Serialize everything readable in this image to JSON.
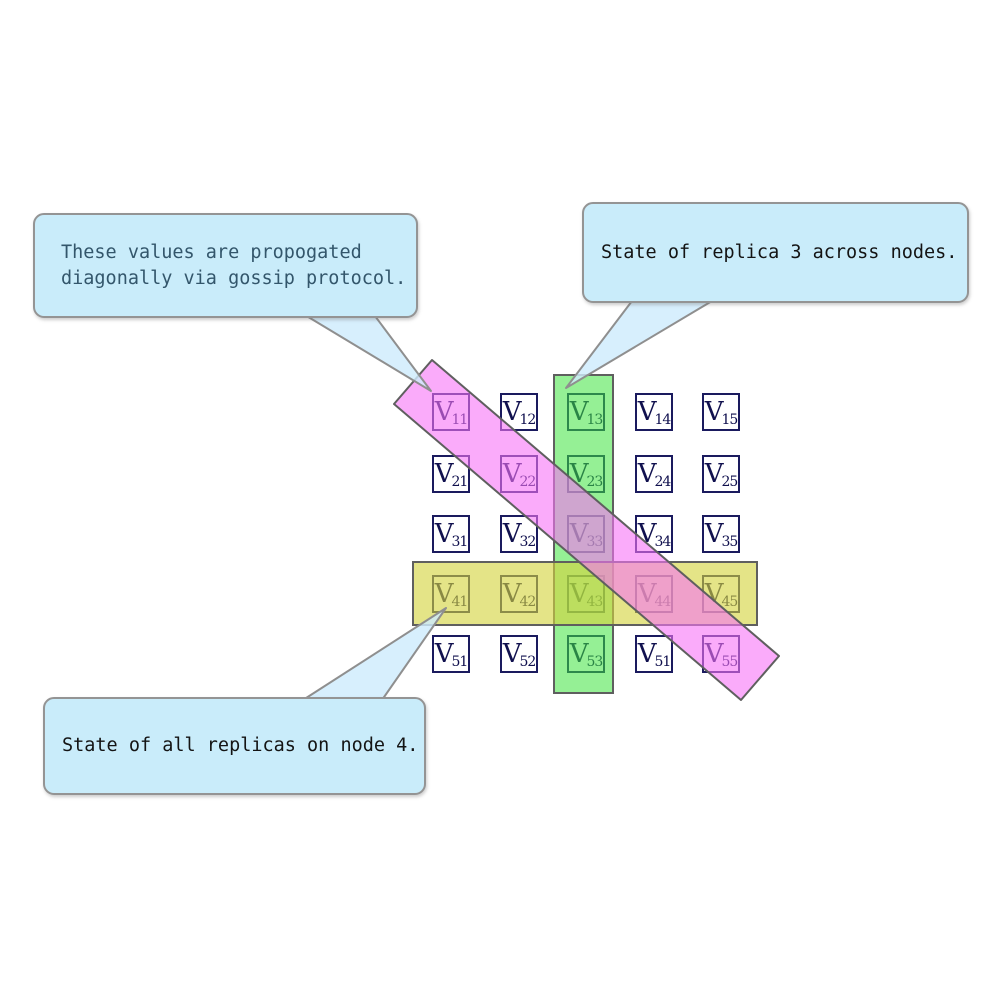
{
  "diagram": {
    "matrix": {
      "base_symbol": "V",
      "rows": [
        [
          "11",
          "12",
          "13",
          "14",
          "15"
        ],
        [
          "21",
          "22",
          "23",
          "24",
          "25"
        ],
        [
          "31",
          "32",
          "33",
          "34",
          "35"
        ],
        [
          "41",
          "42",
          "43",
          "44",
          "45"
        ],
        [
          "51",
          "52",
          "53",
          "51",
          "55"
        ]
      ]
    },
    "callouts": {
      "gossip": {
        "text": "These values are propogated\ndiagonally via gossip protocol.",
        "color": "#33566b"
      },
      "replica": {
        "text": "State of replica 3 across nodes.",
        "color": "#141414"
      },
      "node": {
        "text": "State of all replicas on node 4.",
        "color": "#141414"
      }
    },
    "colors": {
      "diagonal_band": "rgba(246,115,246,0.60)",
      "column_band": "rgba(62,228,62,0.55)",
      "row_band": "rgba(212,212,62,0.62)",
      "band_outline": "#5f5f5f",
      "callout_fill": "#c9ecfa",
      "callout_tail_fill": "rgba(206,236,252,0.82)",
      "callout_border": "#949494",
      "cell_border": "#1a1a5e",
      "cell_text": "#10104e"
    }
  }
}
